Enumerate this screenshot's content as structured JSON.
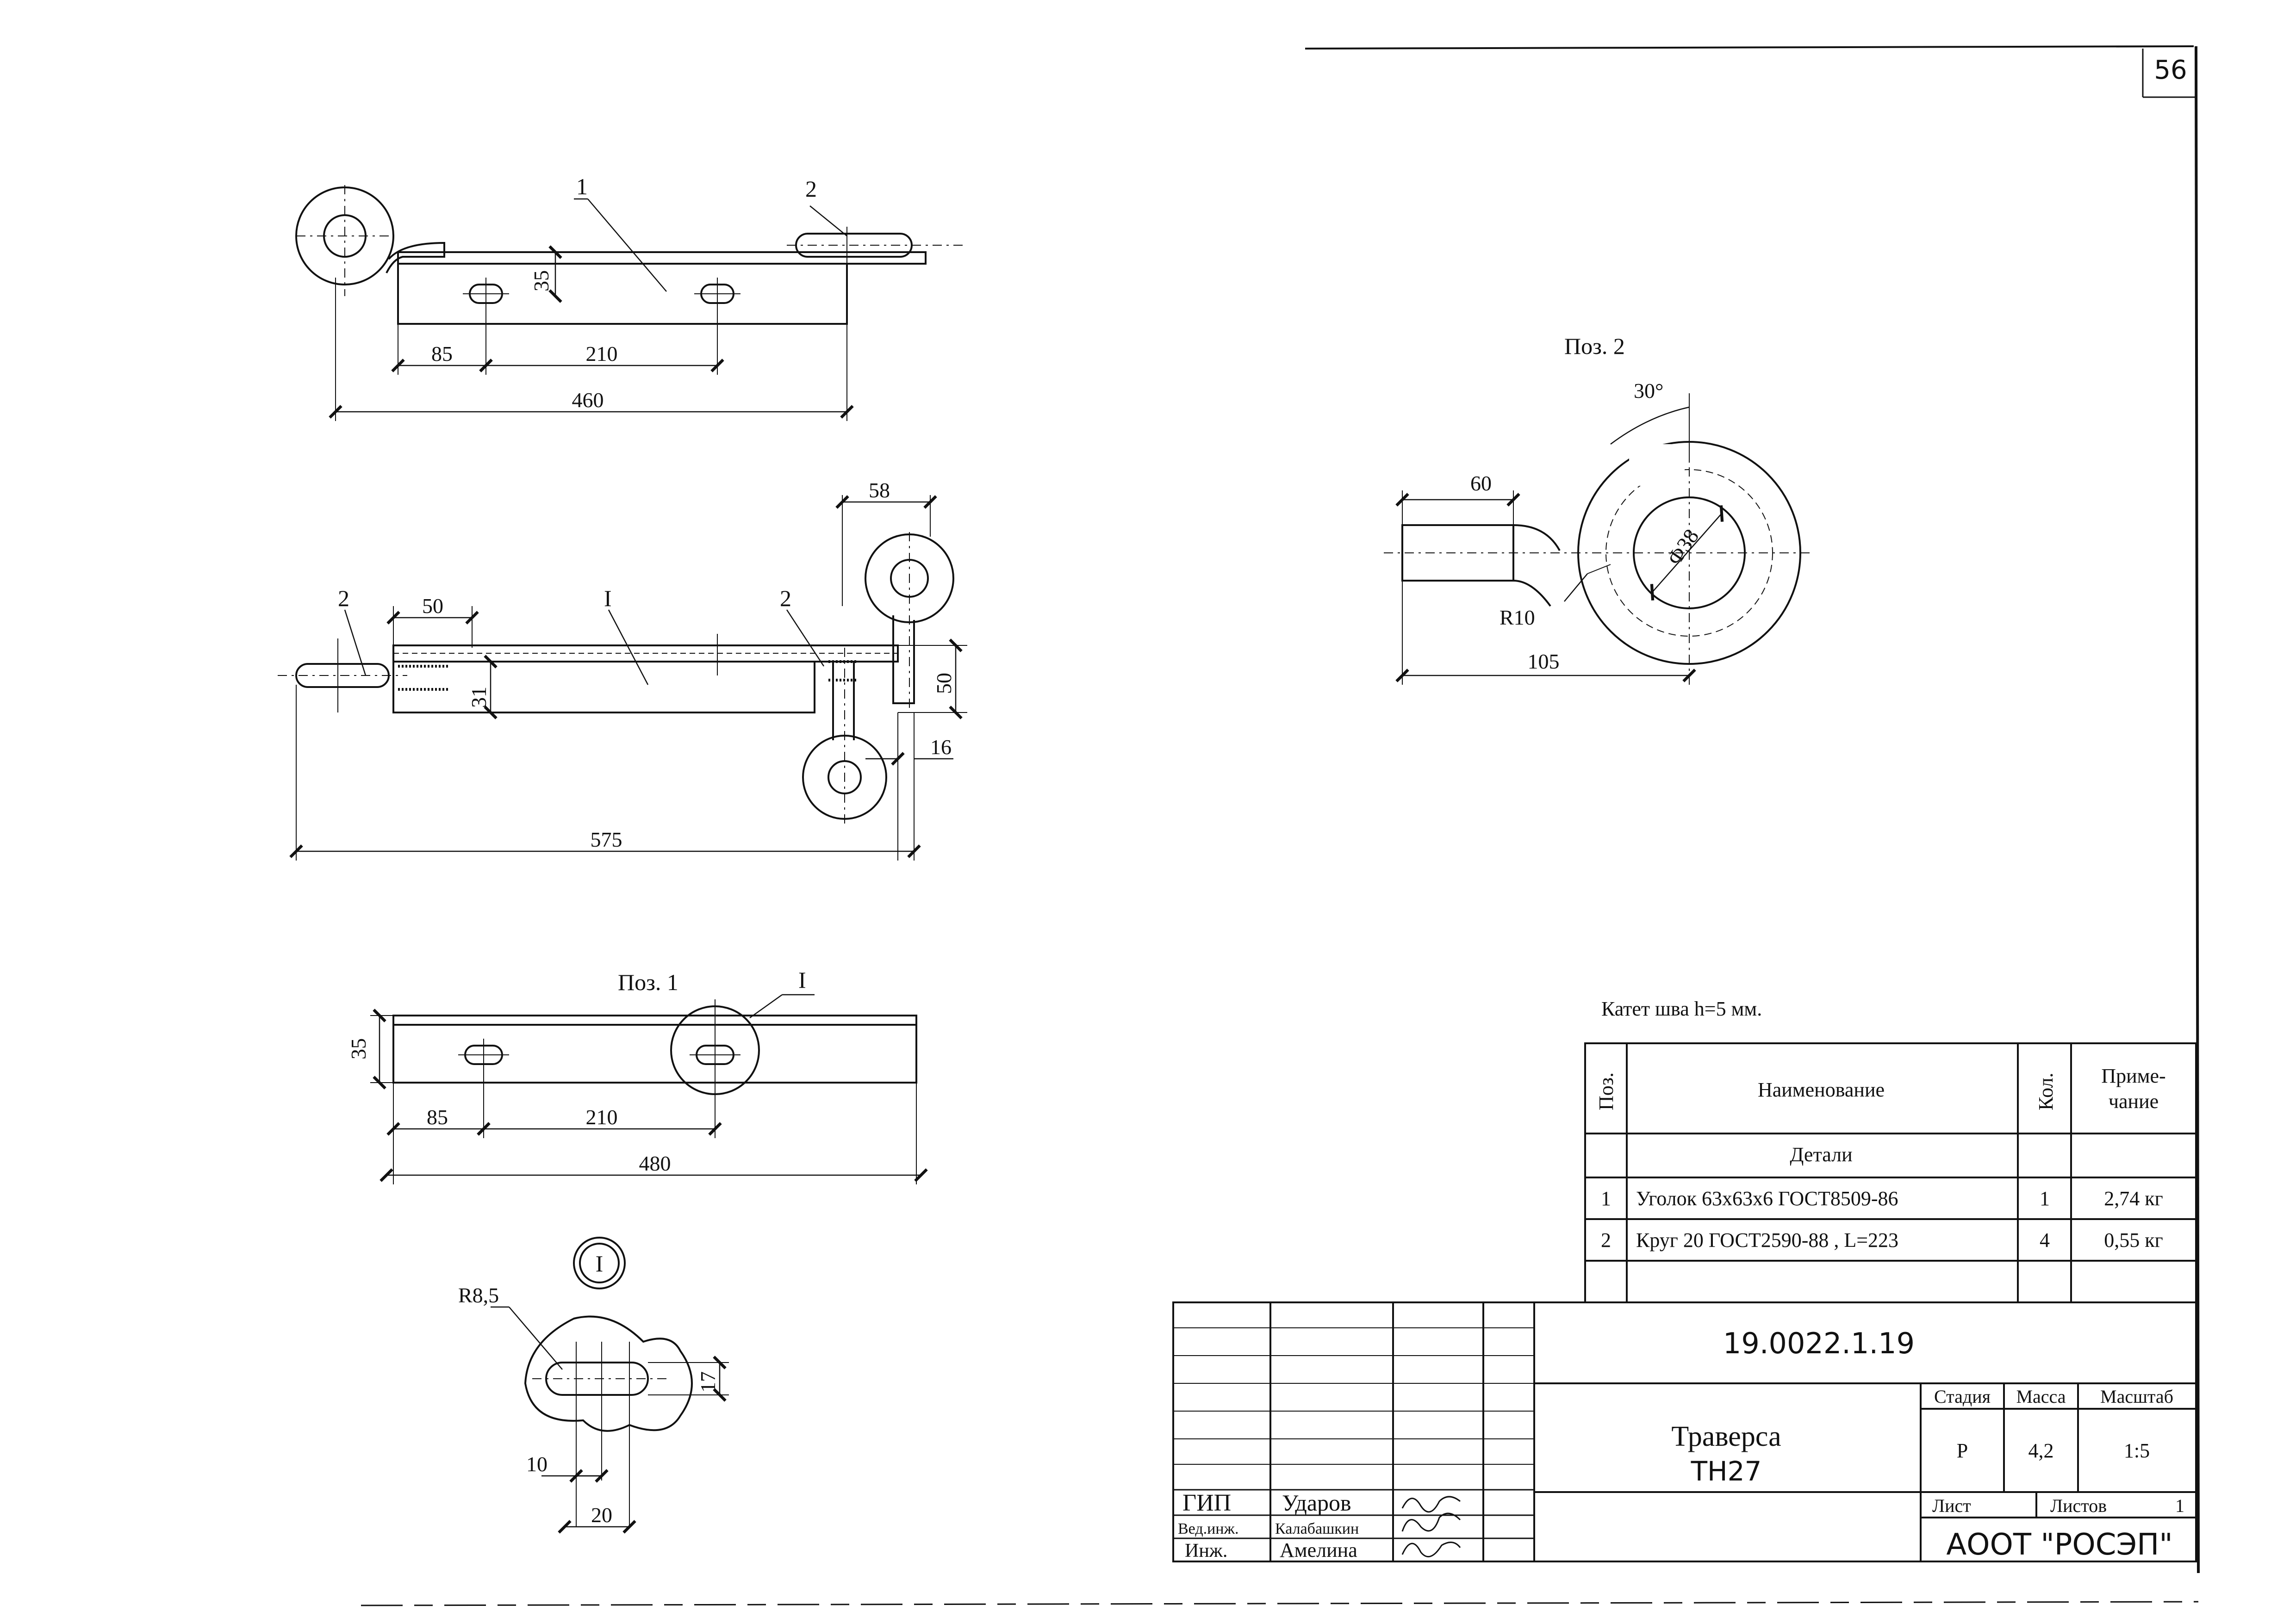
{
  "sheet_number": "56",
  "drawings": {
    "view1": {
      "pos_labels": [
        "1",
        "2"
      ],
      "dims": [
        "35",
        "85",
        "210",
        "460"
      ]
    },
    "view2": {
      "pos_labels": [
        "2",
        "I",
        "2"
      ],
      "dims": [
        "58",
        "50",
        "31",
        "50",
        "16",
        "575"
      ]
    },
    "pos1": {
      "title": "Поз. 1",
      "callout": "I",
      "dims": [
        "35",
        "85",
        "210",
        "480"
      ]
    },
    "detail_I": {
      "marker": "I",
      "radius": "R8,5",
      "dims": [
        "17",
        "10",
        "20"
      ]
    },
    "pos2": {
      "title": "Поз. 2",
      "dims": [
        "30°",
        "60",
        "Ф38",
        "R10",
        "105"
      ]
    }
  },
  "weld_note": "Катет шва h=5 мм.",
  "spec_table": {
    "headers": {
      "pos": "Поз.",
      "name": "Наименование",
      "qty": "Кол.",
      "note_line1": "Приме-",
      "note_line2": "чание"
    },
    "section": "Детали",
    "rows": [
      {
        "pos": "1",
        "name": "Уголок 63х63х6 ГОСТ8509-86",
        "qty": "1",
        "note": "2,74 кг"
      },
      {
        "pos": "2",
        "name": "Круг 20 ГОСТ2590-88 , L=223",
        "qty": "4",
        "note": "0,55 кг"
      }
    ]
  },
  "title_block": {
    "doc_code": "19.0022.1.19",
    "title_line1": "Траверса",
    "title_line2": "ТН27",
    "stage_header": "Стадия",
    "mass_header": "Масса",
    "scale_header": "Масштаб",
    "stage": "Р",
    "mass": "4,2",
    "scale": "1:5",
    "sheet_label": "Лист",
    "sheets_label": "Листов",
    "sheets_count": "1",
    "company": "АООТ \"РОСЭП\"",
    "signatures": [
      {
        "role": "ГИП",
        "name": "Ударов"
      },
      {
        "role": "Вед.инж.",
        "name": "Калабашкин"
      },
      {
        "role": "Инж.",
        "name": "Амелина"
      }
    ]
  }
}
